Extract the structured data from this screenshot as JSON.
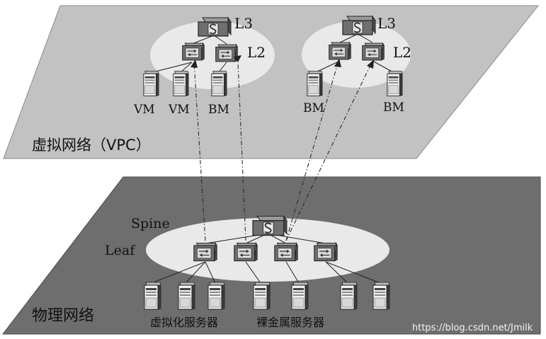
{
  "vpc": {
    "title": "虚拟网络（VPC）",
    "group_left": {
      "l3_label": "L3",
      "l2_label": "L2",
      "hosts": [
        "VM",
        "VM",
        "BM"
      ]
    },
    "group_right": {
      "l3_label": "L3",
      "l2_label": "L2",
      "hosts": [
        "BM",
        "BM"
      ]
    }
  },
  "physical": {
    "title": "物理网络",
    "spine_label": "Spine",
    "leaf_label": "Leaf",
    "server_group_virtual": "虚拟化服务器",
    "server_group_bare_metal": "裸金属服务器"
  },
  "watermark": "https://blog.csdn.net/Jmilk",
  "colors": {
    "vpc_plane": "#c2c2c2",
    "physical_plane": "#6e6e6e",
    "cloud": "#e9e9e9",
    "device": "#6f6f6f"
  },
  "icons": {
    "router": "router-s-icon",
    "switch": "switch-arrows-icon",
    "server": "tower-server-icon"
  }
}
